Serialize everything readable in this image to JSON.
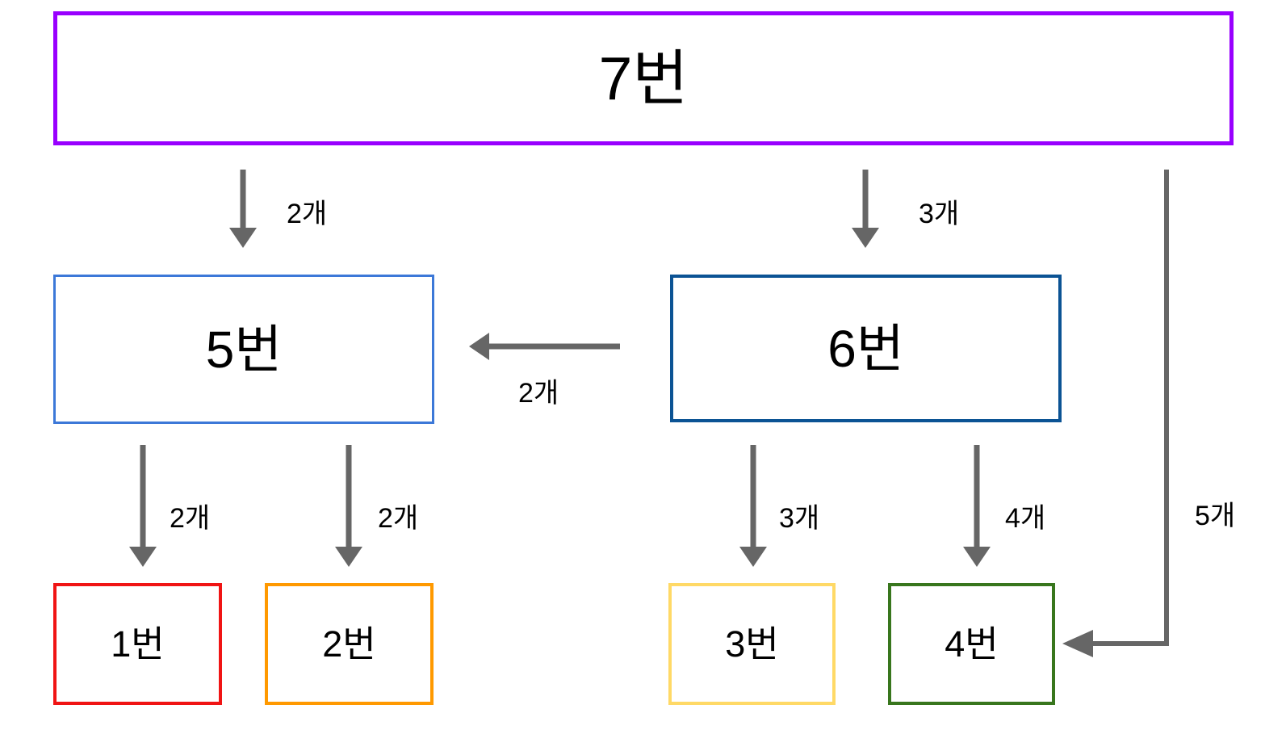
{
  "diagram": {
    "background_color": "#ffffff",
    "arrow_color": "#666666",
    "text_color": "#000000",
    "nodes": [
      {
        "id": "7",
        "label": "7번",
        "border_color": "#9900ff"
      },
      {
        "id": "5",
        "label": "5번",
        "border_color": "#3c78d8"
      },
      {
        "id": "6",
        "label": "6번",
        "border_color": "#0b5394"
      },
      {
        "id": "1",
        "label": "1번",
        "border_color": "#f01414"
      },
      {
        "id": "2",
        "label": "2번",
        "border_color": "#ff9900"
      },
      {
        "id": "3",
        "label": "3번",
        "border_color": "#ffd966"
      },
      {
        "id": "4",
        "label": "4번",
        "border_color": "#38761d"
      }
    ],
    "edges": [
      {
        "from": "7",
        "to": "5",
        "label": "2개",
        "direction": "down"
      },
      {
        "from": "7",
        "to": "6",
        "label": "3개",
        "direction": "down"
      },
      {
        "from": "6",
        "to": "5",
        "label": "2개",
        "direction": "left"
      },
      {
        "from": "5",
        "to": "1",
        "label": "2개",
        "direction": "down"
      },
      {
        "from": "5",
        "to": "2",
        "label": "2개",
        "direction": "down"
      },
      {
        "from": "6",
        "to": "3",
        "label": "3개",
        "direction": "down"
      },
      {
        "from": "6",
        "to": "4",
        "label": "4개",
        "direction": "down"
      },
      {
        "from": "7",
        "to": "4",
        "label": "5개",
        "direction": "down-then-left"
      }
    ]
  }
}
